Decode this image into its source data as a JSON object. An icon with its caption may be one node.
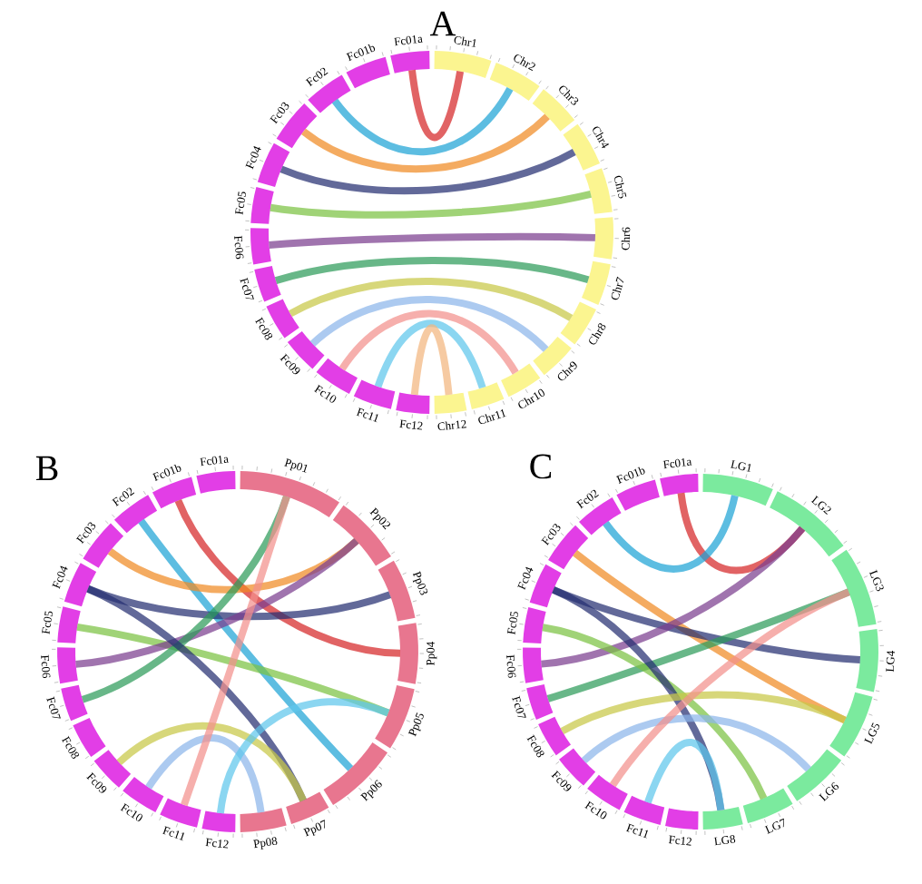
{
  "diagram": {
    "nodes": [
      {
        "text": [
          "Fc01a"
        ]
      },
      {
        "text": [
          "Fc01b"
        ]
      },
      {
        "text": [
          "Fc02"
        ]
      },
      {
        "text": [
          "Fc03"
        ]
      },
      {
        "text": [
          "Fc04"
        ]
      },
      {
        "text": [
          "Fc05"
        ]
      },
      {
        "text": [
          "Fc06"
        ]
      },
      {
        "text": [
          "Fc07"
        ]
      },
      {
        "text": [
          "Fc08"
        ]
      },
      {
        "text": [
          "Fc09"
        ]
      },
      {
        "text": [
          "Fc10"
        ]
      },
      {
        "text": [
          "Fc11"
        ]
      },
      {
        "text": [
          "Fc12"
        ]
      },
      {
        "text": [
          "Chr1"
        ]
      },
      {
        "text": [
          "Chr2"
        ]
      },
      {
        "text": [
          "Chr3"
        ]
      },
      {
        "text": [
          "Chr4"
        ]
      },
      {
        "text": [
          "Chr5"
        ]
      },
      {
        "text": [
          "Chr6"
        ]
      },
      {
        "text": [
          "Chr7"
        ]
      },
      {
        "text": [
          "Chr8"
        ]
      },
      {
        "text": [
          "Chr9"
        ]
      },
      {
        "text": [
          "Chr10"
        ]
      },
      {
        "text": [
          "Chr11"
        ]
      },
      {
        "text": [
          "Chr12"
        ]
      },
      {
        "text": [
          "Fc01a"
        ]
      },
      {
        "text": [
          "Fc01b"
        ]
      },
      {
        "text": [
          "Fc02"
        ]
      },
      {
        "text": [
          "Fc03"
        ]
      },
      {
        "text": [
          "Fc04"
        ]
      },
      {
        "text": [
          "Fc05"
        ]
      },
      {
        "text": [
          "Fc06"
        ]
      },
      {
        "text": [
          "Fc07"
        ]
      },
      {
        "text": [
          "Fc08"
        ]
      },
      {
        "text": [
          "Fc09"
        ]
      },
      {
        "text": [
          "Fc10"
        ]
      },
      {
        "text": [
          "Fc11"
        ]
      },
      {
        "text": [
          "Fc12"
        ]
      },
      {
        "text": [
          "Pp01"
        ]
      },
      {
        "text": [
          "Pp02"
        ]
      },
      {
        "text": [
          "Pp03"
        ]
      },
      {
        "text": [
          "Pp04"
        ]
      },
      {
        "text": [
          "Pp05"
        ]
      },
      {
        "text": [
          "Pp06"
        ]
      },
      {
        "text": [
          "Pp07"
        ]
      },
      {
        "text": [
          "Pp08"
        ]
      },
      {
        "text": [
          "Fc01a"
        ]
      },
      {
        "text": [
          "Fc01b"
        ]
      },
      {
        "text": [
          "Fc02"
        ]
      },
      {
        "text": [
          "Fc03"
        ]
      },
      {
        "text": [
          "Fc04"
        ]
      },
      {
        "text": [
          "Fc05"
        ]
      },
      {
        "text": [
          "Fc06"
        ]
      },
      {
        "text": [
          "Fc07"
        ]
      },
      {
        "text": [
          "Fc08"
        ]
      },
      {
        "text": [
          "Fc09"
        ]
      },
      {
        "text": [
          "Fc10"
        ]
      },
      {
        "text": [
          "Fc11"
        ]
      },
      {
        "text": [
          "Fc12"
        ]
      },
      {
        "text": [
          "LG1"
        ]
      },
      {
        "text": [
          "LG2"
        ]
      },
      {
        "text": [
          "LG3"
        ]
      },
      {
        "text": [
          "LG4"
        ]
      },
      {
        "text": [
          "LG5"
        ]
      },
      {
        "text": [
          "LG6"
        ]
      },
      {
        "text": [
          "LG7"
        ]
      },
      {
        "text": [
          "LG8"
        ]
      }
    ],
    "edges": [
      {
        "from": 0,
        "to": 13,
        "arrow": "none",
        "color": "#d62728"
      },
      {
        "from": 2,
        "to": 14,
        "arrow": "none",
        "color": "#1fa3d6"
      },
      {
        "from": 3,
        "to": 15,
        "arrow": "none",
        "color": "#f08a24"
      },
      {
        "from": 4,
        "to": 16,
        "arrow": "none",
        "color": "#262f72"
      },
      {
        "from": 5,
        "to": 17,
        "arrow": "none",
        "color": "#7cc242"
      },
      {
        "from": 6,
        "to": 18,
        "arrow": "none",
        "color": "#7b3f8f"
      },
      {
        "from": 7,
        "to": 19,
        "arrow": "none",
        "color": "#2e9b5a"
      },
      {
        "from": 8,
        "to": 20,
        "arrow": "none",
        "color": "#c8c846"
      },
      {
        "from": 9,
        "to": 21,
        "arrow": "none",
        "color": "#8cb6ea"
      },
      {
        "from": 10,
        "to": 22,
        "arrow": "none",
        "color": "#f2908c"
      },
      {
        "from": 11,
        "to": 23,
        "arrow": "none",
        "color": "#5ec6ec"
      },
      {
        "from": 12,
        "to": 24,
        "arrow": "none",
        "color": "#f2b57e"
      },
      {
        "from": 26,
        "to": 41,
        "arrow": "none",
        "color": "#d62728"
      },
      {
        "from": 27,
        "to": 43,
        "arrow": "none",
        "color": "#1fa3d6"
      },
      {
        "from": 28,
        "to": 39,
        "arrow": "none",
        "color": "#f08a24"
      },
      {
        "from": 29,
        "to": 40,
        "arrow": "none",
        "color": "#262f72"
      },
      {
        "from": 30,
        "to": 42,
        "arrow": "none",
        "color": "#7cc242"
      },
      {
        "from": 31,
        "to": 39,
        "arrow": "none",
        "color": "#7b3f8f"
      },
      {
        "from": 32,
        "to": 38,
        "arrow": "none",
        "color": "#2e9b5a"
      },
      {
        "from": 29,
        "to": 44,
        "arrow": "none",
        "color": "#262f72"
      },
      {
        "from": 34,
        "to": 44,
        "arrow": "none",
        "color": "#c8c846"
      },
      {
        "from": 35,
        "to": 45,
        "arrow": "none",
        "color": "#8cb6ea"
      },
      {
        "from": 36,
        "to": 38,
        "arrow": "none",
        "color": "#f2908c"
      },
      {
        "from": 37,
        "to": 42,
        "arrow": "none",
        "color": "#5ec6ec"
      },
      {
        "from": 46,
        "to": 60,
        "arrow": "none",
        "color": "#d62728"
      },
      {
        "from": 48,
        "to": 59,
        "arrow": "none",
        "color": "#1fa3d6"
      },
      {
        "from": 49,
        "to": 63,
        "arrow": "none",
        "color": "#f08a24"
      },
      {
        "from": 50,
        "to": 62,
        "arrow": "none",
        "color": "#262f72"
      },
      {
        "from": 52,
        "to": 60,
        "arrow": "none",
        "color": "#7b3f8f"
      },
      {
        "from": 53,
        "to": 61,
        "arrow": "none",
        "color": "#2e9b5a"
      },
      {
        "from": 51,
        "to": 65,
        "arrow": "none",
        "color": "#7cc242"
      },
      {
        "from": 50,
        "to": 66,
        "arrow": "none",
        "color": "#262f72"
      },
      {
        "from": 54,
        "to": 63,
        "arrow": "none",
        "color": "#c8c846"
      },
      {
        "from": 55,
        "to": 64,
        "arrow": "none",
        "color": "#8cb6ea"
      },
      {
        "from": 56,
        "to": 61,
        "arrow": "none",
        "color": "#f2908c"
      },
      {
        "from": 57,
        "to": 66,
        "arrow": "none",
        "color": "#5ec6ec"
      }
    ],
    "labels": [
      "A",
      "B",
      "C"
    ]
  }
}
